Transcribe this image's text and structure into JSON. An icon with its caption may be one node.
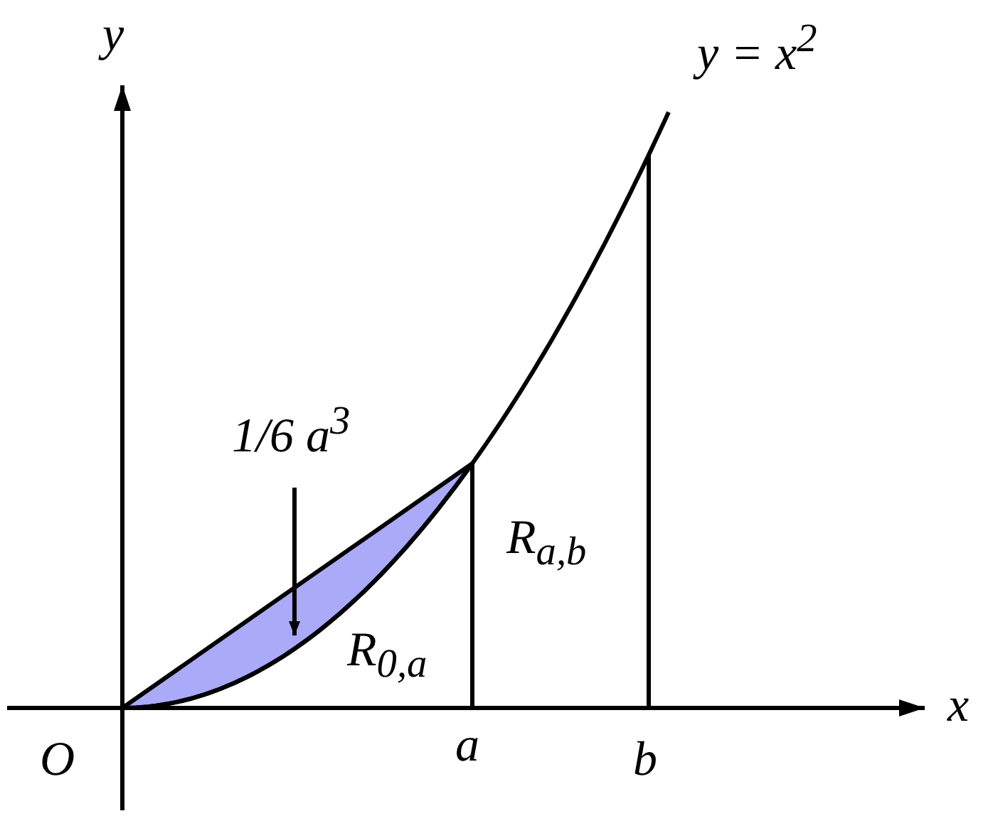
{
  "diagram": {
    "nodes": [
      {
        "text": [
          "1/6 a$^{3}$"
        ]
      },
      {
        "text": [],
        "shape": "region"
      }
    ],
    "edges": [
      {
        "from": 0,
        "to": 1,
        "arrow": "to"
      }
    ],
    "labels": [
      "y",
      "y = x$^{2}$",
      "R$_{a,b}$",
      "R$_{0,a}$",
      "x",
      "O",
      "a",
      "b"
    ]
  }
}
